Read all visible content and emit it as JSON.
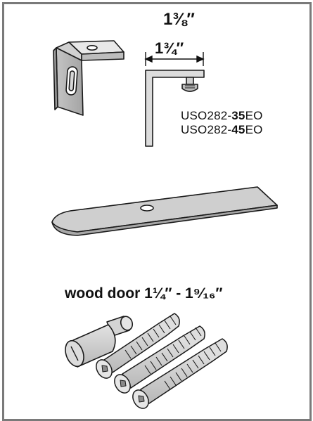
{
  "dimensions": {
    "overall_width": "1⅜″",
    "bracket_width": "1¾″"
  },
  "part_numbers": [
    {
      "prefix": "USO282-",
      "bold": "35",
      "suffix": "EO"
    },
    {
      "prefix": "USO282-",
      "bold": "45",
      "suffix": "EO"
    }
  ],
  "screw_kit": {
    "label": "wood door  1¼″ - 1⁹⁄₁₆″"
  },
  "colors": {
    "frame_border": "#7a7a7a",
    "metal_fill": "#cfcfcf",
    "outline": "#1a1a1a"
  }
}
